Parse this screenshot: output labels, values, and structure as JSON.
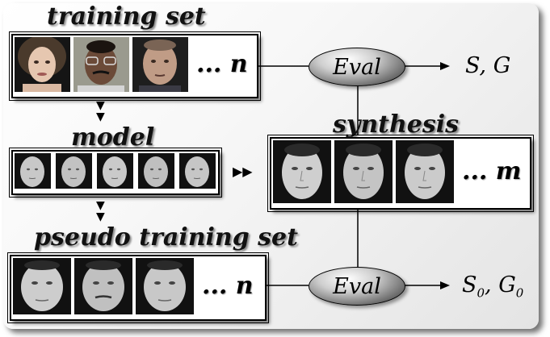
{
  "labels": {
    "training_set": "training set",
    "model": "model",
    "synthesis": "synthesis",
    "pseudo_training_set": "pseudo training set"
  },
  "ellipsis": {
    "training": "... n",
    "synthesis": "... m",
    "pseudo": "... n"
  },
  "eval": {
    "top": "Eval",
    "bottom": "Eval"
  },
  "outputs": {
    "top": "S, G",
    "bottom_s": "S",
    "bottom_s_sub": "0",
    "bottom_g": "G",
    "bottom_g_sub": "0"
  }
}
